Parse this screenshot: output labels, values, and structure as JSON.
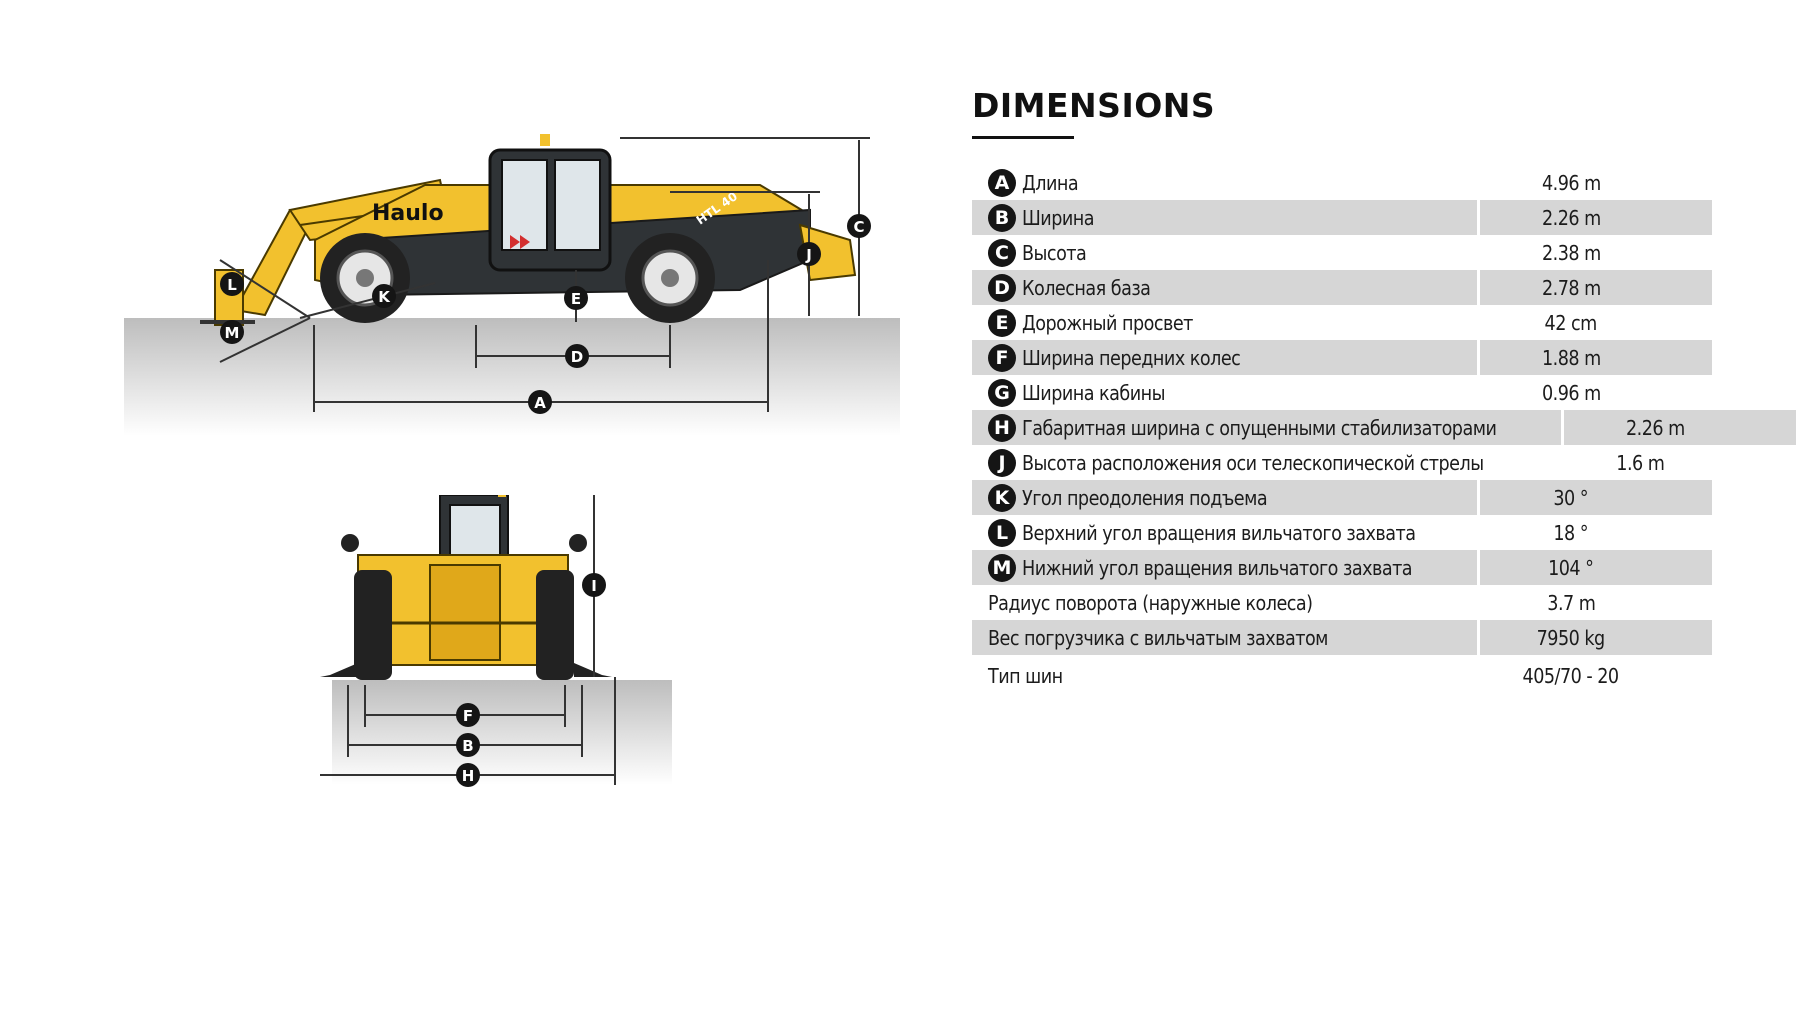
{
  "title": "DIMENSIONS",
  "brand": {
    "side_text": "Haulo",
    "model_text": "HTL 40"
  },
  "marker_letters": {
    "A": "A",
    "B": "B",
    "C": "C",
    "D": "D",
    "E": "E",
    "F": "F",
    "G": "G",
    "H": "H",
    "I": "I",
    "J": "J",
    "K": "K",
    "L": "L",
    "M": "M"
  },
  "specs": [
    {
      "key": "A",
      "label": "Длина",
      "value": "4.96 m"
    },
    {
      "key": "B",
      "label": "Ширина",
      "value": "2.26 m"
    },
    {
      "key": "C",
      "label": "Высота",
      "value": "2.38 m"
    },
    {
      "key": "D",
      "label": "Колесная база",
      "value": "2.78 m"
    },
    {
      "key": "E",
      "label": "Дорожный просвет",
      "value": "42 cm"
    },
    {
      "key": "F",
      "label": "Ширина передних колес",
      "value": "1.88 m"
    },
    {
      "key": "G",
      "label": "Ширина кабины",
      "value": "0.96 m"
    },
    {
      "key": "H",
      "label": "Габаритная ширина с опущенными стабилизаторами",
      "value": "2.26 m"
    },
    {
      "key": "J",
      "label": "Высота расположения оси телескопической стрелы",
      "value": "1.6 m"
    },
    {
      "key": "K",
      "label": "Угол преодоления подъема",
      "value": "30 °"
    },
    {
      "key": "L",
      "label": "Верхний угол вращения вильчатого захвата",
      "value": "18 °"
    },
    {
      "key": "M",
      "label": "Нижний угол вращения вильчатого захвата",
      "value": "104 °"
    },
    {
      "key": "",
      "label": "Радиус поворота (наружные колеса)",
      "value": "3.7 m"
    },
    {
      "key": "",
      "label": "Вес погрузчика с вильчатым захватом",
      "value": "7950 kg"
    },
    {
      "key": "",
      "label": "Тип шин",
      "value": "405/70 - 20"
    }
  ],
  "colors": {
    "machine_yellow": "#f2c12e",
    "body_dark": "#2f3336",
    "badge": "#151515",
    "row_shade": "#d6d6d6",
    "ground": "#c8c8c8"
  }
}
